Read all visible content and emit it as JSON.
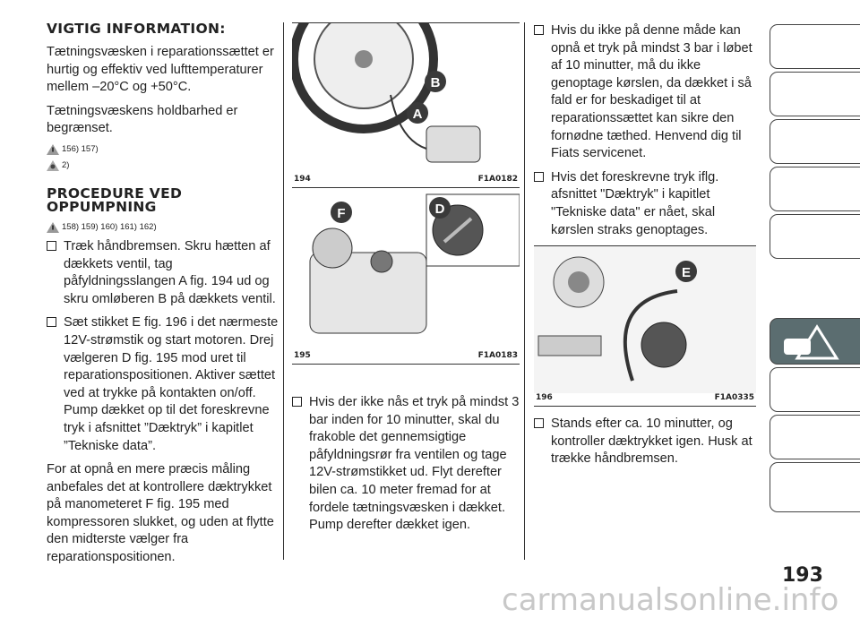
{
  "col1": {
    "heading1": "VIGTIG INFORMATION:",
    "p1": "Tætningsvæsken i reparationssættet er hurtig og effektiv ved lufttemperaturer mellem –20°C og +50°C.",
    "p2": "Tætningsvæskens holdbarhed er begrænset.",
    "warn1": "156) 157)",
    "warn2": "2)",
    "heading2": "PROCEDURE VED OPPUMPNING",
    "warn3": "158) 159) 160) 161) 162)",
    "b1": "Træk håndbremsen. Skru hætten af dækkets ventil, tag påfyldningsslangen A fig. 194 ud og skru omløberen B på dækkets ventil.",
    "b2": "Sæt stikket E fig. 196 i det nærmeste 12V-strømstik og start motoren. Drej vælgeren D fig. 195 mod uret til reparationspositionen. Aktiver sættet ved at trykke på kontakten on/off. Pump dækket op til det foreskrevne tryk i afsnittet ”Dæktryk” i kapitlet ”Tekniske data”.",
    "p3": "For at opnå en mere præcis måling anbefales det at kontrollere dæktrykket på manometeret F fig. 195 med kompressoren slukket, og uden at flytte den midterste vælger fra reparationspositionen."
  },
  "col2": {
    "fig194": {
      "num": "194",
      "code": "F1A0182",
      "labels": [
        "B",
        "A"
      ]
    },
    "fig195": {
      "num": "195",
      "code": "F1A0183",
      "labels": [
        "F",
        "D"
      ]
    },
    "b1": "Hvis der ikke nås et tryk på mindst 3 bar inden for 10 minutter, skal du frakoble det gennemsigtige påfyldningsrør fra ventilen og tage 12V-strømstikket ud. Flyt derefter bilen ca. 10 meter fremad for at fordele tætningsvæsken i dækket. Pump derefter dækket igen."
  },
  "col3": {
    "b1": "Hvis du ikke på denne måde kan opnå et tryk på mindst 3 bar i løbet af 10 minutter, må du ikke genoptage kørslen, da dækket i så fald er for beskadiget til at reparationssættet kan sikre den fornødne tæthed. Henvend dig til Fiats servicenet.",
    "b2": "Hvis det foreskrevne tryk iflg. afsnittet \"Dæktryk\" i kapitlet \"Tekniske data\" er nået, skal kørslen straks genoptages.",
    "fig196": {
      "num": "196",
      "code": "F1A0335",
      "label": "E"
    },
    "b3": "Stands efter ca. 10 minutter, og kontroller dæktrykket igen. Husk at trække håndbremsen."
  },
  "sidebar": {
    "tabs": [
      "car-search",
      "car-info",
      "lights-mail",
      "airbag",
      "key-steering",
      "emergency",
      "car-service",
      "specs",
      "index"
    ],
    "active": 5,
    "active_color": "#5b6d70"
  },
  "page_number": "193",
  "watermark": "carmanualsonline.info"
}
